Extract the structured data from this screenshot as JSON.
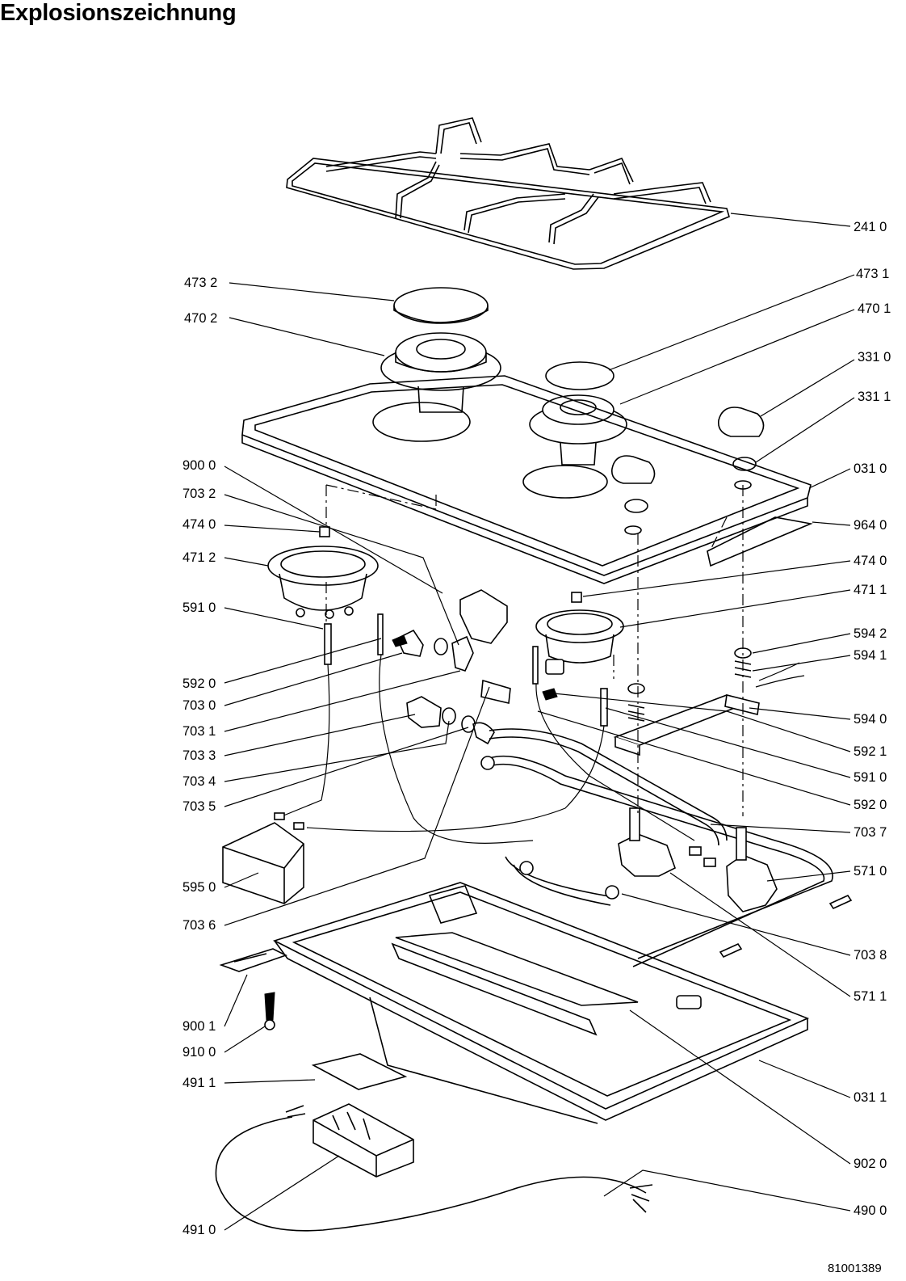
{
  "title": "Explosionszeichnung",
  "document_number": "81001389",
  "labels": {
    "p2410": "241 0",
    "p4732": "473 2",
    "p4702": "470 2",
    "p4731": "473 1",
    "p4701": "470 1",
    "p3310": "331 0",
    "p3311": "331 1",
    "p0310": "031 0",
    "p9640": "964 0",
    "p9000": "900 0",
    "p7032": "703 2",
    "p4740a": "474 0",
    "p4712": "471 2",
    "p4740b": "474 0",
    "p4711": "471 1",
    "p5910a": "591 0",
    "p5942": "594 2",
    "p5941": "594 1",
    "p5920a": "592 0",
    "p7030": "703 0",
    "p7031": "703 1",
    "p7033": "703 3",
    "p7034": "703 4",
    "p7035": "703 5",
    "p5940": "594 0",
    "p5921": "592 1",
    "p5910b": "591 0",
    "p5920b": "592 0",
    "p7037": "703 7",
    "p5950": "595 0",
    "p7036": "703 6",
    "p5710": "571 0",
    "p7038": "703 8",
    "p5711": "571 1",
    "p9001": "900 1",
    "p9100": "910 0",
    "p4911": "491 1",
    "p0311": "031 1",
    "p9020": "902 0",
    "p4900": "490 0",
    "p4910": "491 0"
  }
}
